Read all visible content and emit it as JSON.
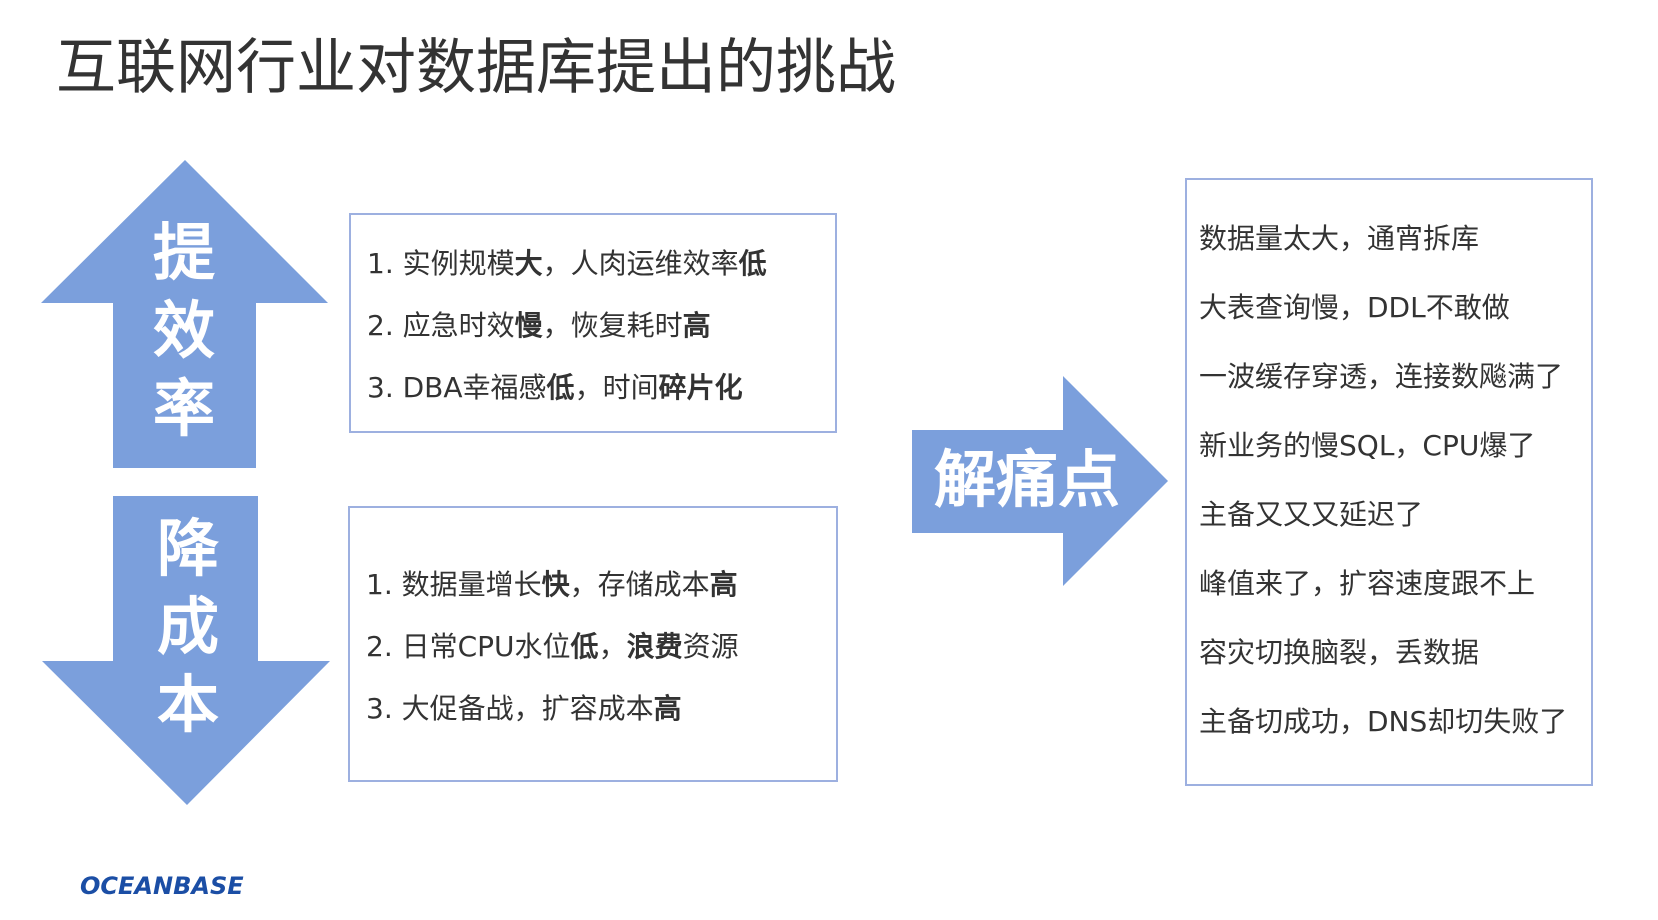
{
  "title": "互联网行业对数据库提出的挑战",
  "arrows": {
    "up": {
      "chars": [
        "提",
        "效",
        "率"
      ]
    },
    "down": {
      "chars": [
        "降",
        "成",
        "本"
      ]
    },
    "right": {
      "label": "解痛点"
    }
  },
  "efficiency_items": [
    [
      {
        "t": "1. 实例规模",
        "b": false
      },
      {
        "t": "大",
        "b": true
      },
      {
        "t": "，人肉运维效率",
        "b": false
      },
      {
        "t": "低",
        "b": true
      }
    ],
    [
      {
        "t": "2. 应急时效",
        "b": false
      },
      {
        "t": "慢",
        "b": true
      },
      {
        "t": "，恢复耗时",
        "b": false
      },
      {
        "t": "高",
        "b": true
      }
    ],
    [
      {
        "t": "3. DBA幸福感",
        "b": false
      },
      {
        "t": "低",
        "b": true
      },
      {
        "t": "，时间",
        "b": false
      },
      {
        "t": "碎片化",
        "b": true
      }
    ]
  ],
  "cost_items": [
    [
      {
        "t": "1. 数据量增长",
        "b": false
      },
      {
        "t": "快",
        "b": true
      },
      {
        "t": "，存储成本",
        "b": false
      },
      {
        "t": "高",
        "b": true
      }
    ],
    [
      {
        "t": "2. 日常CPU水位",
        "b": false
      },
      {
        "t": "低",
        "b": true
      },
      {
        "t": "，",
        "b": false
      },
      {
        "t": "浪费",
        "b": true
      },
      {
        "t": "资源",
        "b": false
      }
    ],
    [
      {
        "t": "3. 大促备战，扩容成本",
        "b": false
      },
      {
        "t": "高",
        "b": true
      }
    ]
  ],
  "pain_points": [
    "数据量太大，通宵拆库",
    "大表查询慢，DDL不敢做",
    "一波缓存穿透，连接数飚满了",
    "新业务的慢SQL，CPU爆了",
    "主备又又又延迟了",
    "峰值来了，扩容速度跟不上",
    "容灾切换脑裂，丢数据",
    "主备切成功，DNS却切失败了"
  ],
  "logo": "OCEANBASE",
  "colors": {
    "arrow": "#7b9fdc",
    "box_border": "#9db0e0",
    "logo": "#1b4ea5"
  }
}
